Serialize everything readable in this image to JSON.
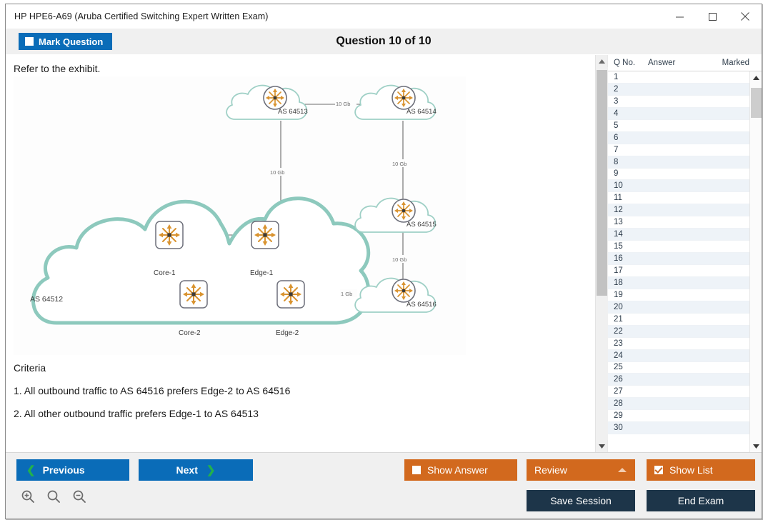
{
  "window": {
    "title": "HP HPE6-A69 (Aruba Certified Switching Expert Written Exam)",
    "controls": {
      "minimize": "minimize-icon",
      "maximize": "maximize-icon",
      "close": "close-icon"
    }
  },
  "header": {
    "mark_question_label": "Mark Question",
    "mark_question_checked": false,
    "question_title": "Question 10 of 10"
  },
  "question": {
    "prompt": "Refer to the exhibit.",
    "criteria_heading": "Criteria",
    "criteria": [
      "1. All outbound traffic to AS 64516 prefers Edge-2 to AS 64516",
      "2. All other outbound traffic prefers Edge-1 to AS 64513"
    ]
  },
  "exhibit": {
    "clouds": [
      {
        "label": "AS 64513"
      },
      {
        "label": "AS 64514"
      },
      {
        "label": "AS 64515"
      },
      {
        "label": "AS 64516"
      },
      {
        "label": "AS 64512"
      }
    ],
    "switches": [
      {
        "label": "Core-1"
      },
      {
        "label": "Edge-1"
      },
      {
        "label": "Core-2"
      },
      {
        "label": "Edge-2"
      }
    ],
    "link_labels": [
      {
        "text": "10 Gb"
      },
      {
        "text": "10 Gb"
      },
      {
        "text": "10 Gb"
      },
      {
        "text": "10 Gb"
      },
      {
        "text": "1 Gb"
      }
    ]
  },
  "list": {
    "columns": [
      "Q No.",
      "Answer",
      "Marked"
    ],
    "rows": [
      {
        "no": "1",
        "answer": "",
        "marked": ""
      },
      {
        "no": "2",
        "answer": "",
        "marked": ""
      },
      {
        "no": "3",
        "answer": "",
        "marked": ""
      },
      {
        "no": "4",
        "answer": "",
        "marked": ""
      },
      {
        "no": "5",
        "answer": "",
        "marked": ""
      },
      {
        "no": "6",
        "answer": "",
        "marked": ""
      },
      {
        "no": "7",
        "answer": "",
        "marked": ""
      },
      {
        "no": "8",
        "answer": "",
        "marked": ""
      },
      {
        "no": "9",
        "answer": "",
        "marked": ""
      },
      {
        "no": "10",
        "answer": "",
        "marked": ""
      },
      {
        "no": "11",
        "answer": "",
        "marked": ""
      },
      {
        "no": "12",
        "answer": "",
        "marked": ""
      },
      {
        "no": "13",
        "answer": "",
        "marked": ""
      },
      {
        "no": "14",
        "answer": "",
        "marked": ""
      },
      {
        "no": "15",
        "answer": "",
        "marked": ""
      },
      {
        "no": "16",
        "answer": "",
        "marked": ""
      },
      {
        "no": "17",
        "answer": "",
        "marked": ""
      },
      {
        "no": "18",
        "answer": "",
        "marked": ""
      },
      {
        "no": "19",
        "answer": "",
        "marked": ""
      },
      {
        "no": "20",
        "answer": "",
        "marked": ""
      },
      {
        "no": "21",
        "answer": "",
        "marked": ""
      },
      {
        "no": "22",
        "answer": "",
        "marked": ""
      },
      {
        "no": "23",
        "answer": "",
        "marked": ""
      },
      {
        "no": "24",
        "answer": "",
        "marked": ""
      },
      {
        "no": "25",
        "answer": "",
        "marked": ""
      },
      {
        "no": "26",
        "answer": "",
        "marked": ""
      },
      {
        "no": "27",
        "answer": "",
        "marked": ""
      },
      {
        "no": "28",
        "answer": "",
        "marked": ""
      },
      {
        "no": "29",
        "answer": "",
        "marked": ""
      },
      {
        "no": "30",
        "answer": "",
        "marked": ""
      }
    ]
  },
  "footer": {
    "previous_label": "Previous",
    "next_label": "Next",
    "show_answer_label": "Show Answer",
    "show_answer_checked": false,
    "review_label": "Review",
    "show_list_label": "Show List",
    "show_list_checked": true,
    "save_session_label": "Save Session",
    "end_exam_label": "End Exam",
    "zoom_icons": [
      "zoom-in-icon",
      "zoom-reset-icon",
      "zoom-out-icon"
    ]
  },
  "colors": {
    "primary_blue": "#0a6cb8",
    "accent_orange": "#d2691e",
    "dark_navy": "#1d3549",
    "chevron_green": "#22b14c",
    "cloud_teal": "#8dc9bd",
    "router_gold": "#d9932f"
  }
}
